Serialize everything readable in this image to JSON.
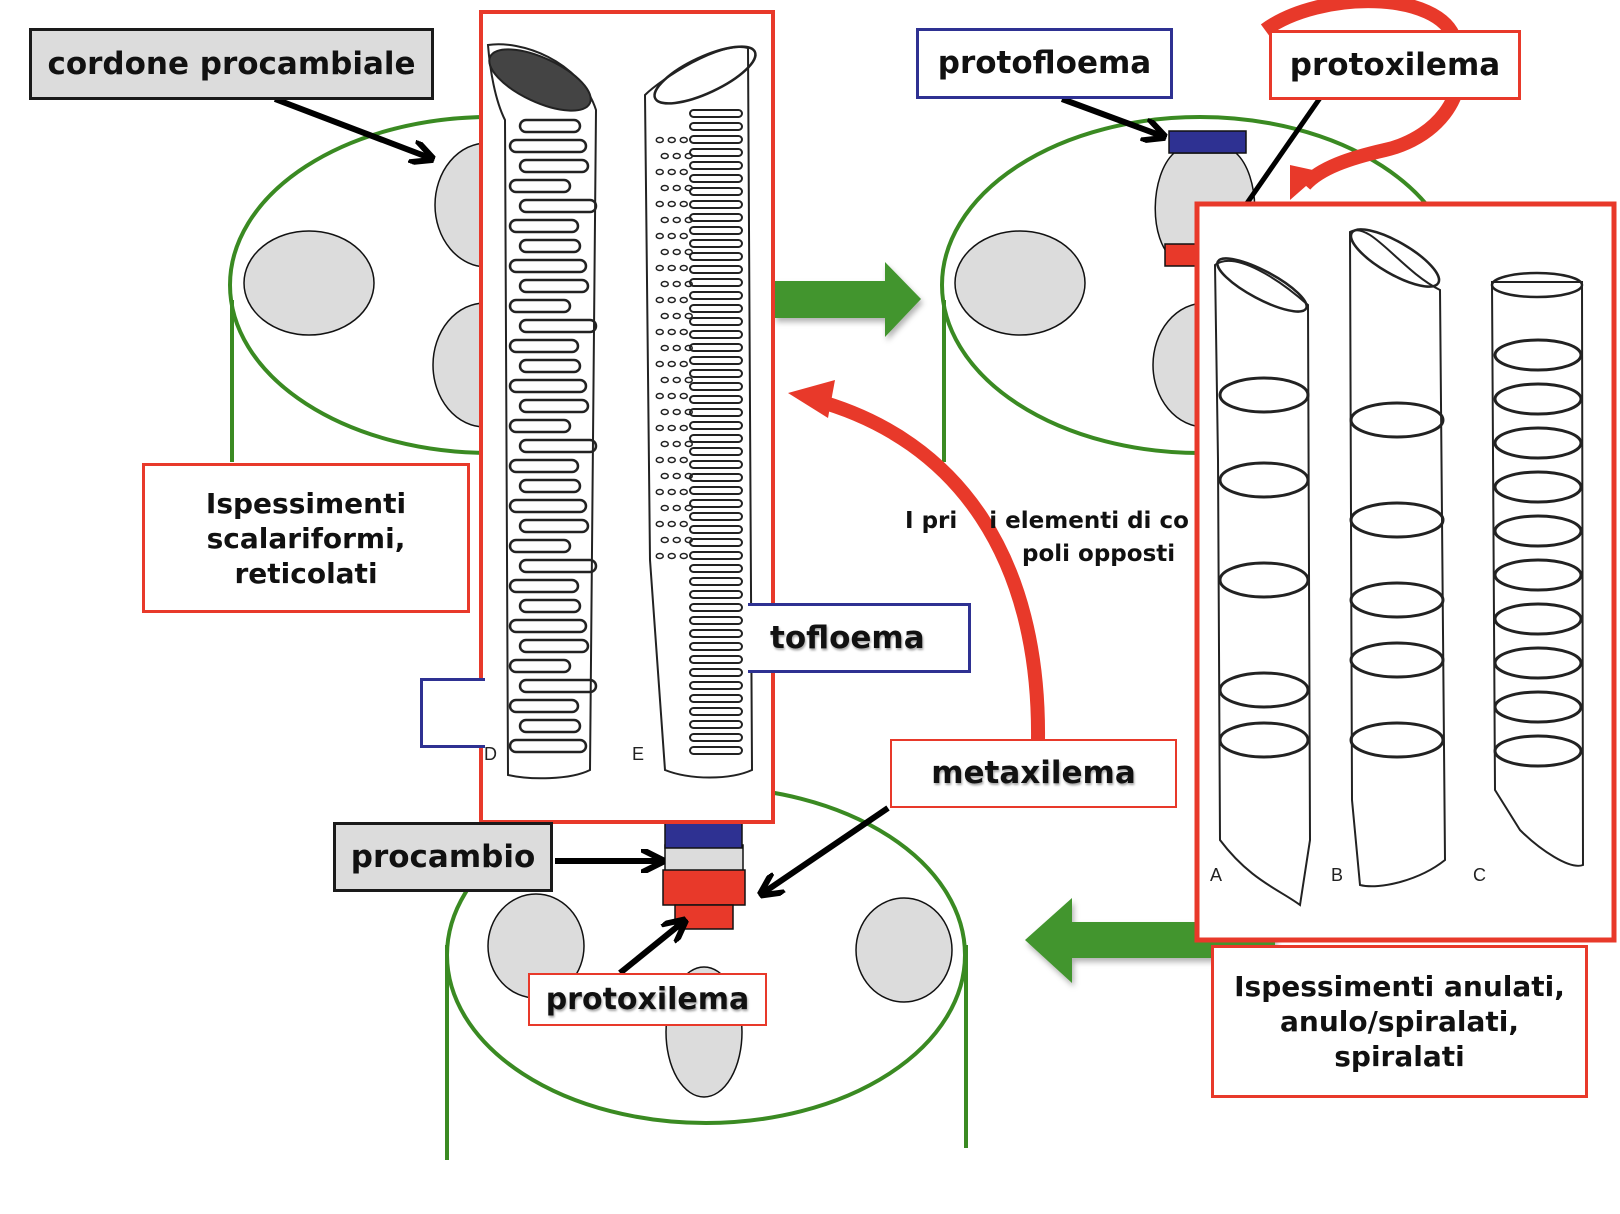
{
  "labels": {
    "cordone_procambiale": "cordone procambiale",
    "protofloema_top": "protofloema",
    "protoxilema_top": "protoxilema",
    "ispessimenti_scalariformi": "Ispessimenti scalariformi, reticolati",
    "ispessimenti_scalariformi_lines": [
      "Ispessimenti",
      "scalariformi,",
      "reticolati"
    ],
    "protofloema_mid_visible": "tofloema",
    "metaxilema": "metaxilema",
    "procambio": "procambio",
    "protoxilema_bottom": "protoxilema",
    "ispessimenti_anulati_lines": [
      "Ispessimenti anulati,",
      "anulo/spiralati,",
      "spiralati"
    ],
    "primi_elementi_line1": "I pri    i elementi di co",
    "primi_elementi_line2": "poli opposti"
  },
  "figure_letters": {
    "left_panel": [
      "D",
      "E"
    ],
    "right_panel": [
      "A",
      "B",
      "C"
    ]
  },
  "colors": {
    "stem_outline": "#3a8a22",
    "bundle_fill": "#dcdcdc",
    "phloem": "#2e3192",
    "xylem": "#e8392a",
    "arrow_green": "#43952f",
    "arrow_red": "#e8392a",
    "label_border_red": "#e8392a",
    "label_border_blue": "#2e3192"
  }
}
